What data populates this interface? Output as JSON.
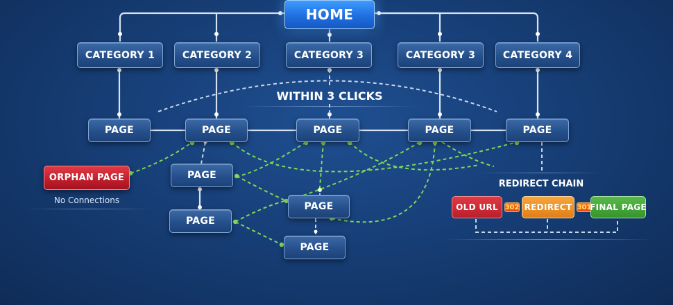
{
  "home": "HOME",
  "categories": [
    "CATEGORY 1",
    "CATEGORY 2",
    "CATEGORY 3",
    "CATEGORY 3",
    "CATEGORY 4"
  ],
  "page_label": "PAGE",
  "within_label": "WITHIN 3 CLICKS",
  "orphan": {
    "label": "ORPHAN PAGE",
    "caption": "No Connections"
  },
  "redirect": {
    "title": "REDIRECT CHAIN",
    "old": "OLD URL",
    "code1": "302",
    "middle": "REDIRECT",
    "code2": "301",
    "final": "FINAL PAGE"
  },
  "colors": {
    "structure_link": "#d8e3f2",
    "internal_link": "#7ed957",
    "dashed_guide": "#c9d8ee",
    "home": "#1f6fe0",
    "orphan": "#c01e2c"
  }
}
